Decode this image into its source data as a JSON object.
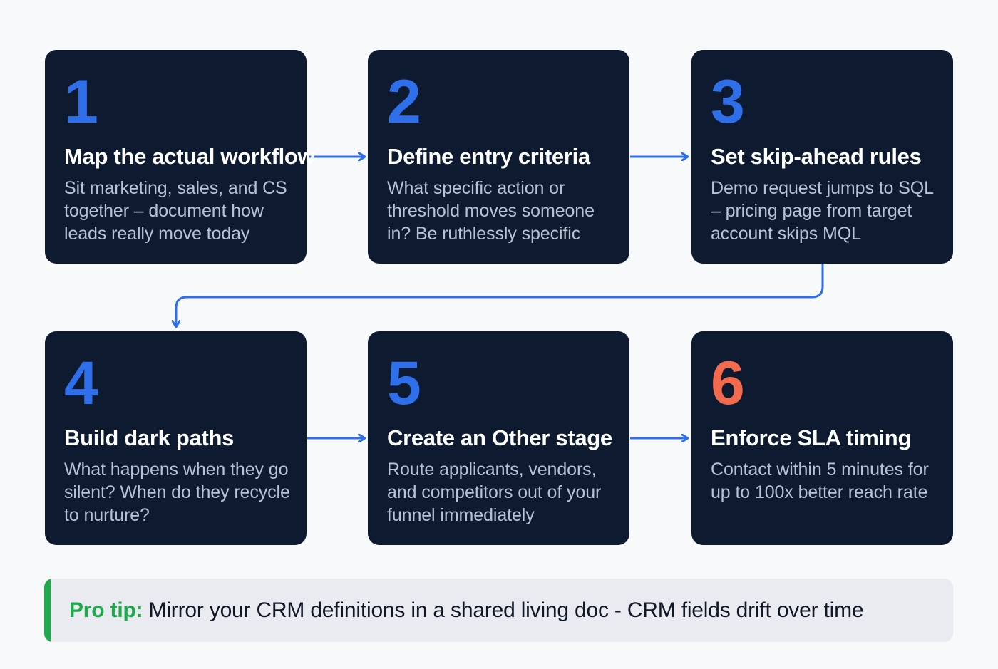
{
  "steps": [
    {
      "number": "1",
      "title": "Map the actual workflow",
      "description": "Sit marketing, sales, and CS together – document how leads really move today"
    },
    {
      "number": "2",
      "title": "Define entry criteria",
      "description": "What specific action or threshold moves someone in? Be ruthlessly specific"
    },
    {
      "number": "3",
      "title": "Set skip-ahead rules",
      "description": "Demo request jumps to SQL – pricing page from target account skips MQL"
    },
    {
      "number": "4",
      "title": "Build dark paths",
      "description": "What happens when they go silent? When do they recycle to nurture?"
    },
    {
      "number": "5",
      "title": "Create an Other stage",
      "description": "Route applicants, vendors, and competitors out of your funnel immediately"
    },
    {
      "number": "6",
      "title": "Enforce SLA timing",
      "description": "Contact within 5 minutes for up to 100x better reach rate"
    }
  ],
  "tip": {
    "label": "Pro tip:",
    "text": "Mirror your CRM definitions in a shared living doc - CRM fields drift over time"
  },
  "colors": {
    "card_background": "#0e1a2f",
    "step_number": "#2f6fea",
    "final_step_number": "#f26b4f",
    "connector": "#2f6fea",
    "tip_accent": "#1fa94d",
    "tip_background": "#e9ebf0"
  }
}
